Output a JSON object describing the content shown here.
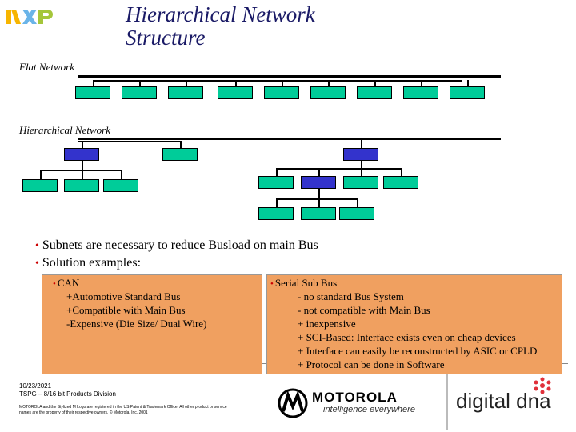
{
  "logo": {
    "text": "NXP",
    "colors": {
      "n": "#f7b500",
      "x": "#6ab4e8",
      "p": "#a5c63b"
    }
  },
  "title": "Hierarchical Network\nStructure",
  "flat_label": "Flat Network",
  "hier_label": "Hierarchical Network",
  "bullets": [
    "Subnets are necessary to reduce Busload on main Bus",
    "Solution examples:"
  ],
  "can_box": {
    "heading": "CAN",
    "lines": [
      "+Automotive Standard Bus",
      "+Compatible with Main Bus",
      "-Expensive (Die Size/ Dual Wire)"
    ]
  },
  "serial_box": {
    "heading": "Serial Sub Bus",
    "lines": [
      "- no standard Bus System",
      "- not compatible with Main Bus",
      "+ inexpensive",
      "+ SCI-Based: Interface exists even on cheap devices",
      "+ Interface can easily be reconstructed by ASIC or CPLD",
      "+ Protocol can be done in Software"
    ]
  },
  "footer": {
    "date": "10/23/2021",
    "division": "TSPG – 8/16 bit Products Division",
    "legal": "MOTOROLA and the Stylized M Logo are registered in the US Patent & Trademark Office. All other product or service names are the property of their respective owners. © Motorola, Inc. 2001",
    "motorola_name": "MOTOROLA",
    "motorola_tagline": "intelligence everywhere",
    "digitaldna": "digital dna"
  },
  "colors": {
    "node_green": "#00cc99",
    "node_blue": "#3333cc",
    "box_orange": "#f0a060",
    "title": "#1a1a66",
    "bullet": "#cc0000",
    "dna_red": "#e0303a"
  }
}
